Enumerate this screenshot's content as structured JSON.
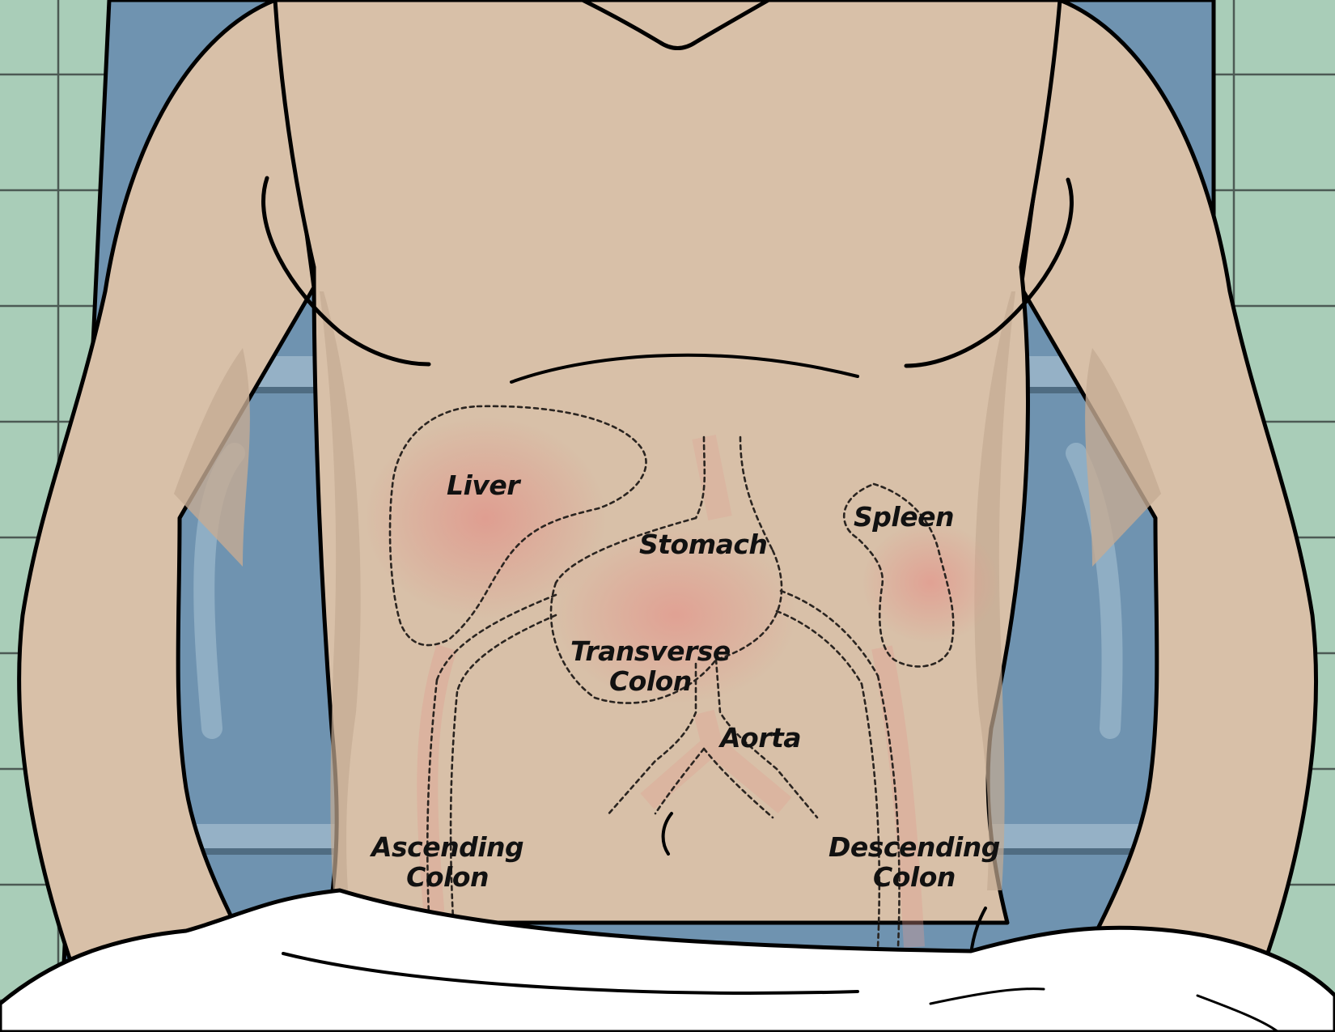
{
  "labels": {
    "liver": "Liver",
    "stomach": "Stomach",
    "spleen": "Spleen",
    "transverse_colon": [
      "Transverse",
      "Colon"
    ],
    "aorta": "Aorta",
    "ascending_colon": [
      "Ascending",
      "Colon"
    ],
    "descending_colon": [
      "Descending",
      "Colon"
    ]
  },
  "colors": {
    "wall_tile": "#a9cdb8",
    "tile_grid": "#4c5a54",
    "chair": "#6f93b0",
    "skin": "#d8c0a8",
    "skin_shadow": "#c5ab93",
    "organ_highlight": "#e2a396",
    "towel": "#ffffff",
    "outline": "#000000"
  }
}
